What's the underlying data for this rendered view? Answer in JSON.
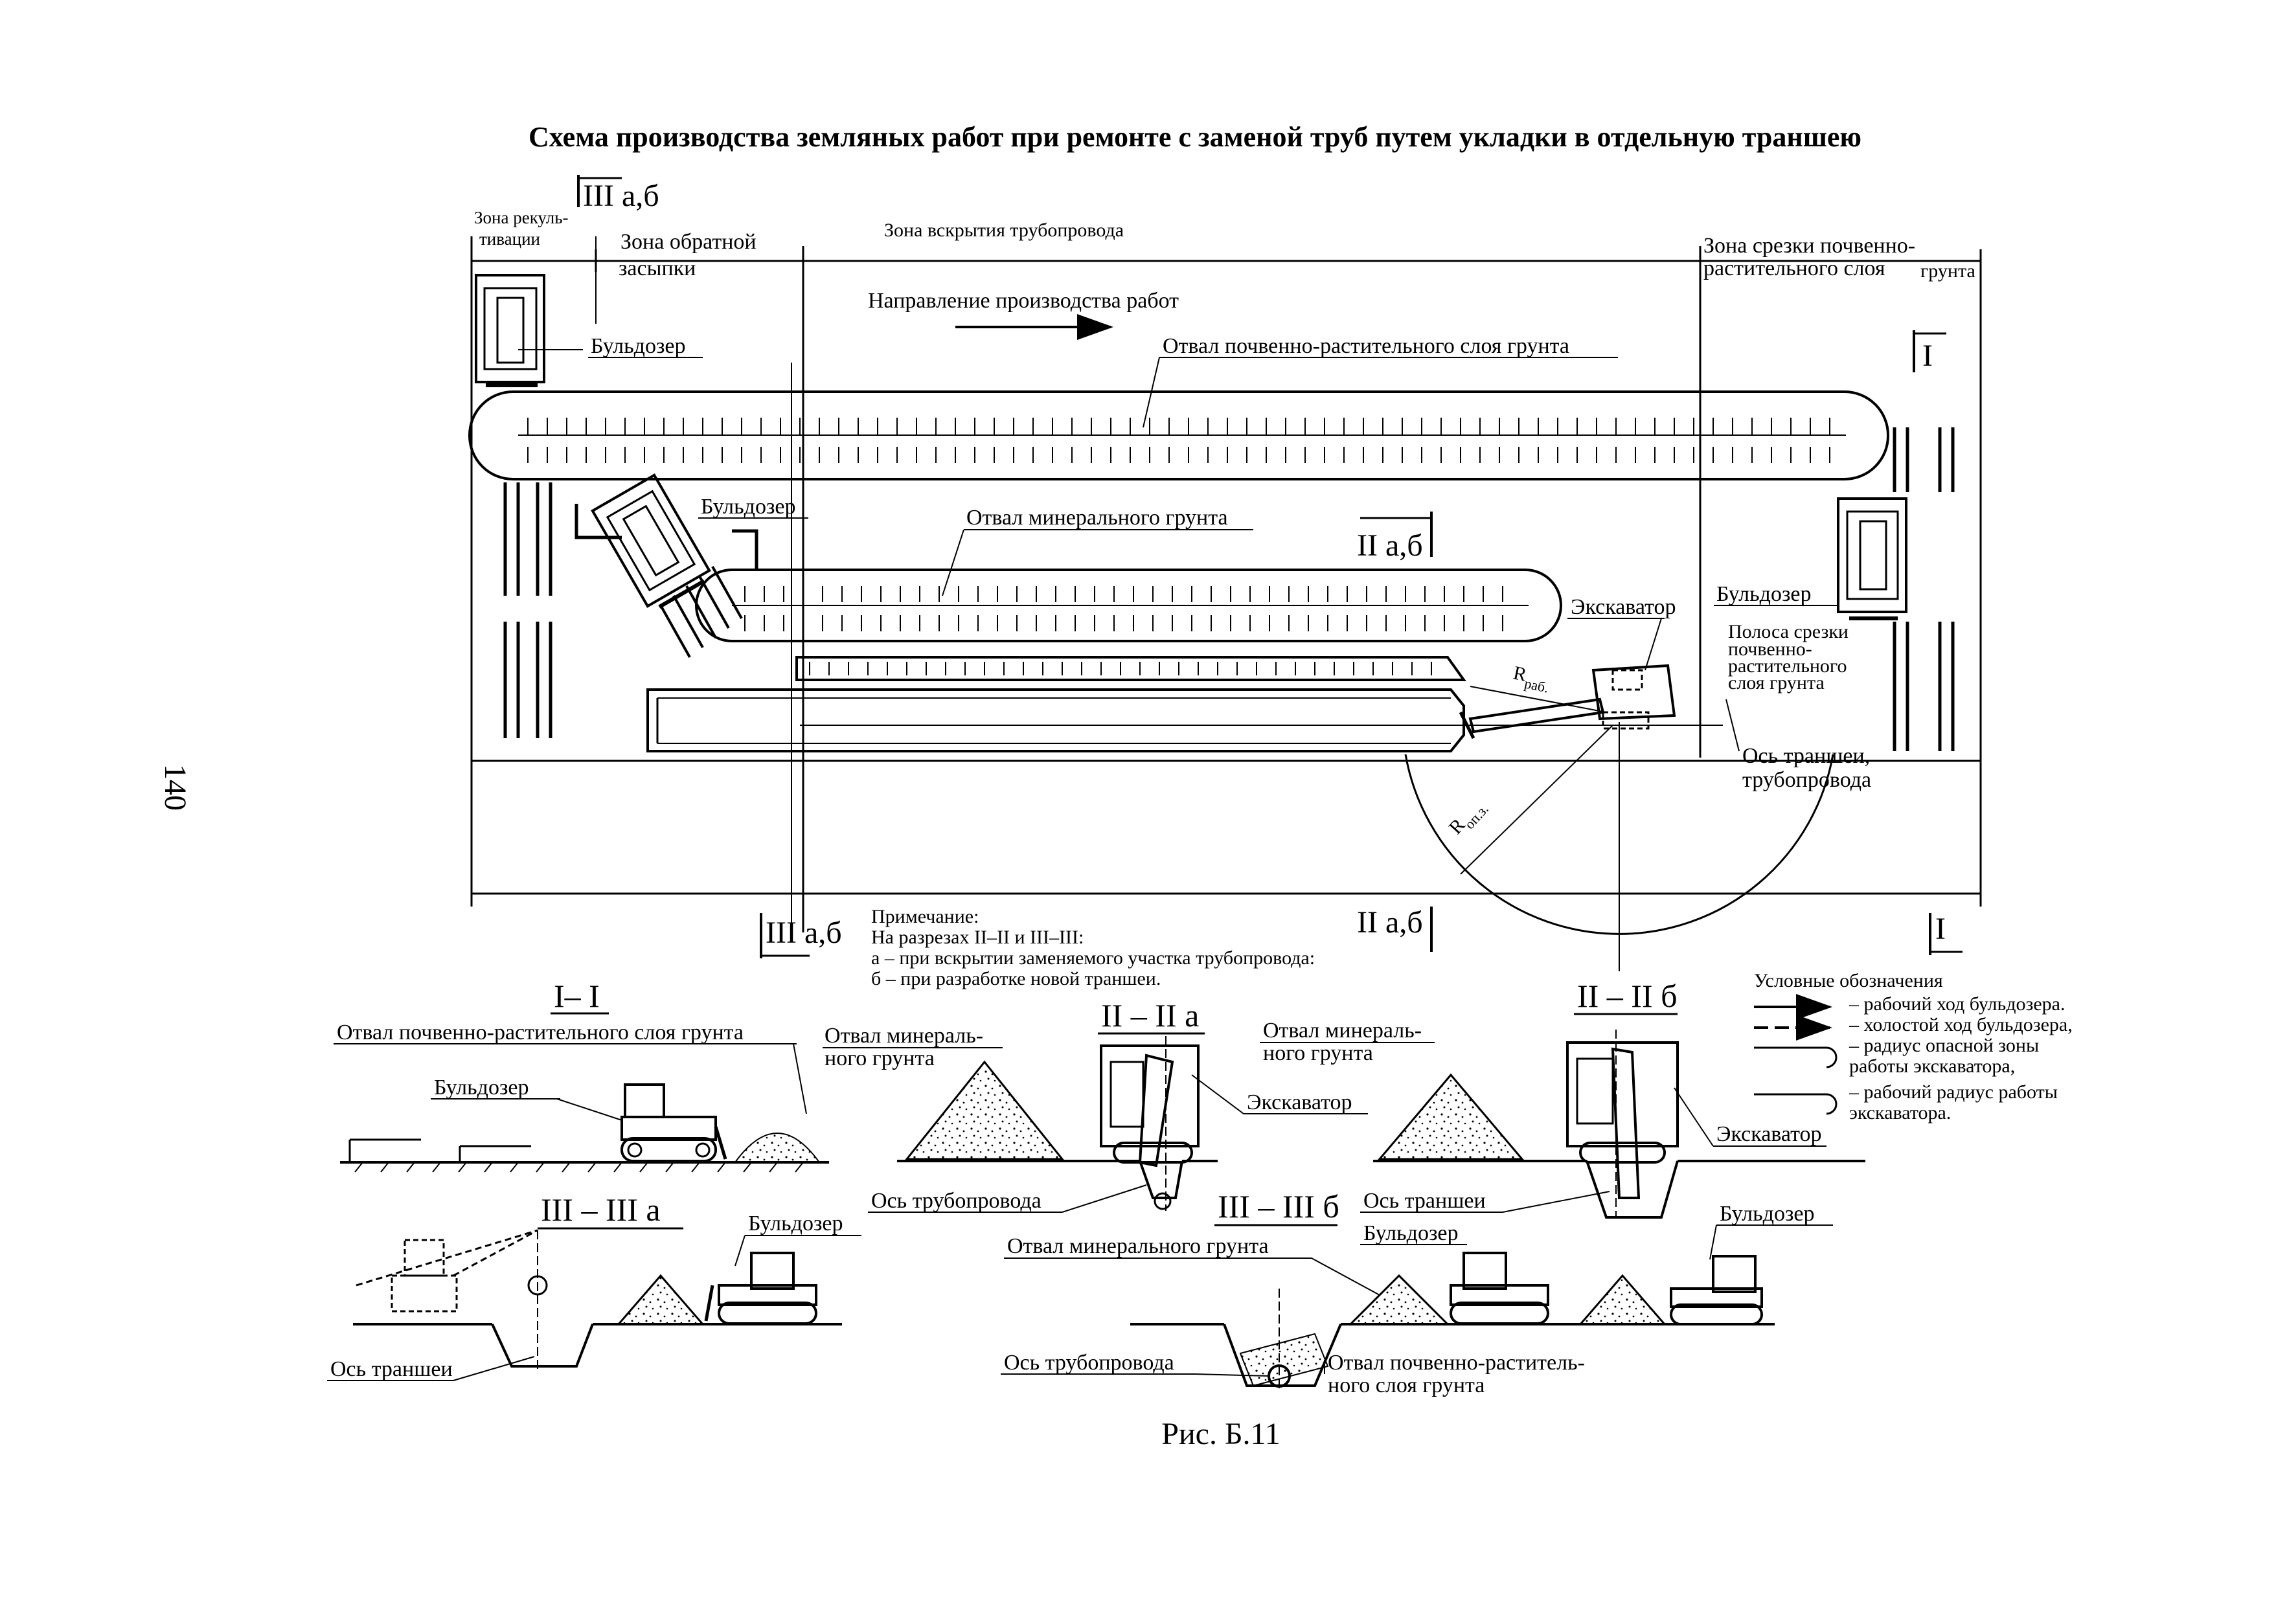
{
  "title": "Схема производства земляных работ при ремонте с заменой труб путем укладки в отдельную траншею",
  "page_number": "140",
  "figure_caption": "Рис. Б.11",
  "plan": {
    "section_marks": {
      "s3_top": "III а,б",
      "s3_bottom": "III а,б",
      "s2_top": "II а,б",
      "s2_bottom": "II а,б",
      "s1_top": "I",
      "s1_bottom": "I"
    },
    "zones": {
      "recult_1": "Зона рекуль-",
      "recult_2": "тивации",
      "backfill_1": "Зона обратной",
      "backfill_2": "засыпки",
      "opening": "Зона вскрытия трубопровода",
      "cut_1": "Зона срезки почвенно-",
      "cut_2": "растительного слоя",
      "cut_3": "грунта"
    },
    "direction": "Направление производства работ",
    "labels": {
      "bulldozer_topleft": "Бульдозер",
      "bulldozer_mid": "Бульдозер",
      "bulldozer_right": "Бульдозер",
      "topsoil_dump": "Отвал почвенно-растительного слоя грунта",
      "mineral_dump": "Отвал минерального грунта",
      "excavator": "Экскаватор",
      "strip_1": "Полоса срезки",
      "strip_2": "почвенно-",
      "strip_3": "растительного",
      "strip_4": "слоя грунта",
      "axis_1": "Ось траншеи,",
      "axis_2": "трубопровода",
      "r_work": "R",
      "r_work_sub": "раб.",
      "r_danger": "R",
      "r_danger_sub": "оп.з."
    }
  },
  "note": {
    "heading": "Примечание:",
    "line1": "На разрезах II–II и III–III:",
    "line2": "а – при вскрытии заменяемого участка трубопровода:",
    "line3": "б – при разработке новой траншеи."
  },
  "legend": {
    "title": "Условные обозначения",
    "item1": "– рабочий ход бульдозера.",
    "item2": "– холостой ход бульдозера,",
    "item3a": "– радиус опасной зоны",
    "item3b": "работы экскаватора,",
    "item4a": "– рабочий радиус работы",
    "item4b": "экскаватора."
  },
  "sections": {
    "s1": {
      "title": "I– I",
      "topsoil_dump": "Отвал почвенно-растительного слоя грунта",
      "bulldozer": "Бульдозер"
    },
    "s2a": {
      "title": "II – II а",
      "mineral_1": "Отвал минераль-",
      "mineral_2": "ного грунта",
      "excavator": "Экскаватор",
      "pipe_axis": "Ось трубопровода"
    },
    "s2b": {
      "title": "II – II б",
      "mineral_1": "Отвал минераль-",
      "mineral_2": "ного грунта",
      "excavator": "Экскаватор",
      "trench_axis": "Ось траншеи"
    },
    "s3a": {
      "title": "III – III а",
      "bulldozer": "Бульдозер",
      "trench_axis": "Ось траншеи"
    },
    "s3b": {
      "title": "III – III б",
      "bulldozer_1": "Бульдозер",
      "bulldozer_2": "Бульдозер",
      "mineral": "Отвал минерального грунта",
      "pipe_axis": "Ось трубопровода",
      "topsoil_1": "Отвал почвенно-раститель-",
      "topsoil_2": "ного слоя грунта"
    }
  }
}
